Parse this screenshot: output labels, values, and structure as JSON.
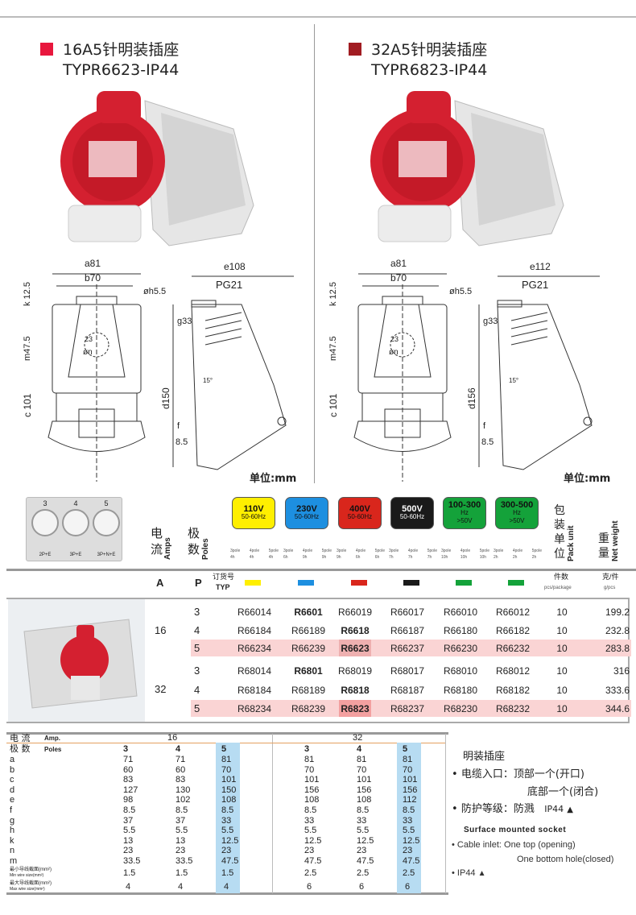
{
  "products": [
    {
      "title": "16A5针明装插座",
      "model": "TYPR6623-IP44",
      "color": "#e8173d"
    },
    {
      "title": "32A5针明装插座",
      "model": "TYPR6823-IP44",
      "color": "#a11c22"
    }
  ],
  "drawings": [
    {
      "a": "a81",
      "b": "b70",
      "h": "øh5.5",
      "e": "e108",
      "pg": "PG21",
      "k": "k 12.5",
      "m": "m47.5",
      "c": "c 101",
      "g": "g33",
      "d": "d150",
      "f": "f",
      "fv": "8.5",
      "n23": "23",
      "n": "øn",
      "angle": "15°",
      "unit": "单位:mm"
    },
    {
      "a": "a81",
      "b": "b70",
      "h": "øh5.5",
      "e": "e112",
      "pg": "PG21",
      "k": "k 12.5",
      "m": "m47.5",
      "c": "c 101",
      "g": "g33",
      "d": "d156",
      "f": "f",
      "fv": "8.5",
      "n23": "23",
      "n": "øn",
      "angle": "15°",
      "unit": "单位:mm"
    }
  ],
  "legend": {
    "pins": [
      {
        "n": "3",
        "label": "2P+E"
      },
      {
        "n": "4",
        "label": "3P+E"
      },
      {
        "n": "5",
        "label": "3P+N+E"
      }
    ],
    "amps_cn": "电流",
    "amps_en": "Amps",
    "poles_cn": "极数",
    "poles_en": "Poles",
    "voltages": [
      {
        "v": "110V",
        "f": "50-60Hz",
        "color": "#ffef00",
        "text": "#111",
        "subs": [
          [
            "3pole",
            "4h"
          ],
          [
            "4pole",
            "4h"
          ],
          [
            "5pole",
            "4h"
          ]
        ]
      },
      {
        "v": "230V",
        "f": "50-60Hz",
        "color": "#1d8fe0",
        "text": "#111",
        "subs": [
          [
            "3pole",
            "6h"
          ],
          [
            "4pole",
            "9h"
          ],
          [
            "5pole",
            "9h"
          ]
        ]
      },
      {
        "v": "400V",
        "f": "50-60Hz",
        "color": "#d9261c",
        "text": "#111",
        "subs": [
          [
            "3pole",
            "9h"
          ],
          [
            "4pole",
            "6h"
          ],
          [
            "5pole",
            "6h"
          ]
        ]
      },
      {
        "v": "500V",
        "f": "50-60Hz",
        "color": "#1a1a1a",
        "text": "#fff",
        "subs": [
          [
            "3pole",
            "7h"
          ],
          [
            "4pole",
            "7h"
          ],
          [
            "5pole",
            "7h"
          ]
        ]
      },
      {
        "v": "100-300",
        "f": "Hz",
        "f2": ">50V",
        "color": "#14a23a",
        "text": "#111",
        "subs": [
          [
            "3pole",
            "10h"
          ],
          [
            "4pole",
            "10h"
          ],
          [
            "5pole",
            "10h"
          ]
        ]
      },
      {
        "v": "300-500",
        "f": "Hz",
        "f2": ">50V",
        "color": "#14a23a",
        "text": "#111",
        "subs": [
          [
            "3pole",
            "2h"
          ],
          [
            "4pole",
            "2h"
          ],
          [
            "5pole",
            "2h"
          ]
        ]
      }
    ],
    "pack_cn": "包装单位",
    "pack_en": "Pack unit",
    "weight_cn": "重量",
    "weight_en": "Net weight"
  },
  "header": {
    "a": "A",
    "p": "P",
    "order_cn": "订货号",
    "order_en": "TYP",
    "pcs_cn": "件数",
    "pcs_en": "pcs/package",
    "g_cn": "克/件",
    "g_en": "g/pcs"
  },
  "orders": [
    {
      "amp": "16",
      "rows": [
        {
          "p": "3",
          "codes": [
            "R66014",
            "R6601",
            "R66019",
            "R66017",
            "R66010",
            "R66012"
          ],
          "bold": 1,
          "pack": "10",
          "w": "199.2"
        },
        {
          "p": "4",
          "codes": [
            "R66184",
            "R66189",
            "R6618",
            "R66187",
            "R66180",
            "R66182"
          ],
          "bold": 2,
          "pack": "10",
          "w": "232.8"
        },
        {
          "p": "5",
          "codes": [
            "R66234",
            "R66239",
            "R6623",
            "R66237",
            "R66230",
            "R66232"
          ],
          "bold": 2,
          "hl": true,
          "pack": "10",
          "w": "283.8"
        }
      ]
    },
    {
      "amp": "32",
      "rows": [
        {
          "p": "3",
          "codes": [
            "R68014",
            "R6801",
            "R68019",
            "R68017",
            "R68010",
            "R68012"
          ],
          "bold": 1,
          "pack": "10",
          "w": "316"
        },
        {
          "p": "4",
          "codes": [
            "R68184",
            "R68189",
            "R6818",
            "R68187",
            "R68180",
            "R68182"
          ],
          "bold": 2,
          "pack": "10",
          "w": "333.6"
        },
        {
          "p": "5",
          "codes": [
            "R68234",
            "R68239",
            "R6823",
            "R68237",
            "R68230",
            "R68232"
          ],
          "bold": 2,
          "hl": true,
          "pack": "10",
          "w": "344.6"
        }
      ]
    }
  ],
  "dims": {
    "amp_label": "电 流",
    "amp_en": "Amp.",
    "poles_label": "极 数",
    "poles_en": "Poles",
    "groups": [
      "16",
      "32"
    ],
    "poles": [
      "3",
      "4",
      "5"
    ],
    "rows": [
      {
        "k": "a",
        "v": [
          "71",
          "71",
          "81",
          "81",
          "81",
          "81"
        ]
      },
      {
        "k": "b",
        "v": [
          "60",
          "60",
          "70",
          "70",
          "70",
          "70"
        ]
      },
      {
        "k": "c",
        "v": [
          "83",
          "83",
          "101",
          "101",
          "101",
          "101"
        ]
      },
      {
        "k": "d",
        "v": [
          "127",
          "130",
          "150",
          "156",
          "156",
          "156"
        ]
      },
      {
        "k": "e",
        "v": [
          "98",
          "102",
          "108",
          "108",
          "108",
          "112"
        ]
      },
      {
        "k": "f",
        "v": [
          "8.5",
          "8.5",
          "8.5",
          "8.5",
          "8.5",
          "8.5"
        ]
      },
      {
        "k": "g",
        "v": [
          "37",
          "37",
          "33",
          "33",
          "33",
          "33"
        ]
      },
      {
        "k": "h",
        "v": [
          "5.5",
          "5.5",
          "5.5",
          "5.5",
          "5.5",
          "5.5"
        ]
      },
      {
        "k": "k",
        "v": [
          "13",
          "13",
          "12.5",
          "12.5",
          "12.5",
          "12.5"
        ]
      },
      {
        "k": "n",
        "v": [
          "23",
          "23",
          "23",
          "23",
          "23",
          "23"
        ]
      },
      {
        "k": "m",
        "v": [
          "33.5",
          "33.5",
          "47.5",
          "47.5",
          "47.5",
          "47.5"
        ]
      }
    ],
    "min_cn": "最小导线截面(mm²)",
    "min_en": "Min wire size(mm²)",
    "min": [
      "1.5",
      "1.5",
      "1.5",
      "2.5",
      "2.5",
      "2.5"
    ],
    "max_cn": "最大导线截面(mm²)",
    "max_en": "Max wire size(mm²)",
    "max": [
      "4",
      "4",
      "4",
      "6",
      "6",
      "6"
    ]
  },
  "notes": {
    "cn_title": "明装插座",
    "cn_inlet": "电缆入口：顶部一个(开口)",
    "cn_inlet2": "底部一个(闭合)",
    "cn_ip": "防护等级：防溅",
    "cn_ip_code": "IP44",
    "en_title": "Surface mounted socket",
    "en_inlet": "Cable inlet: One top (opening)",
    "en_inlet2": "One bottom hole(closed)",
    "en_ip": "IP44"
  }
}
